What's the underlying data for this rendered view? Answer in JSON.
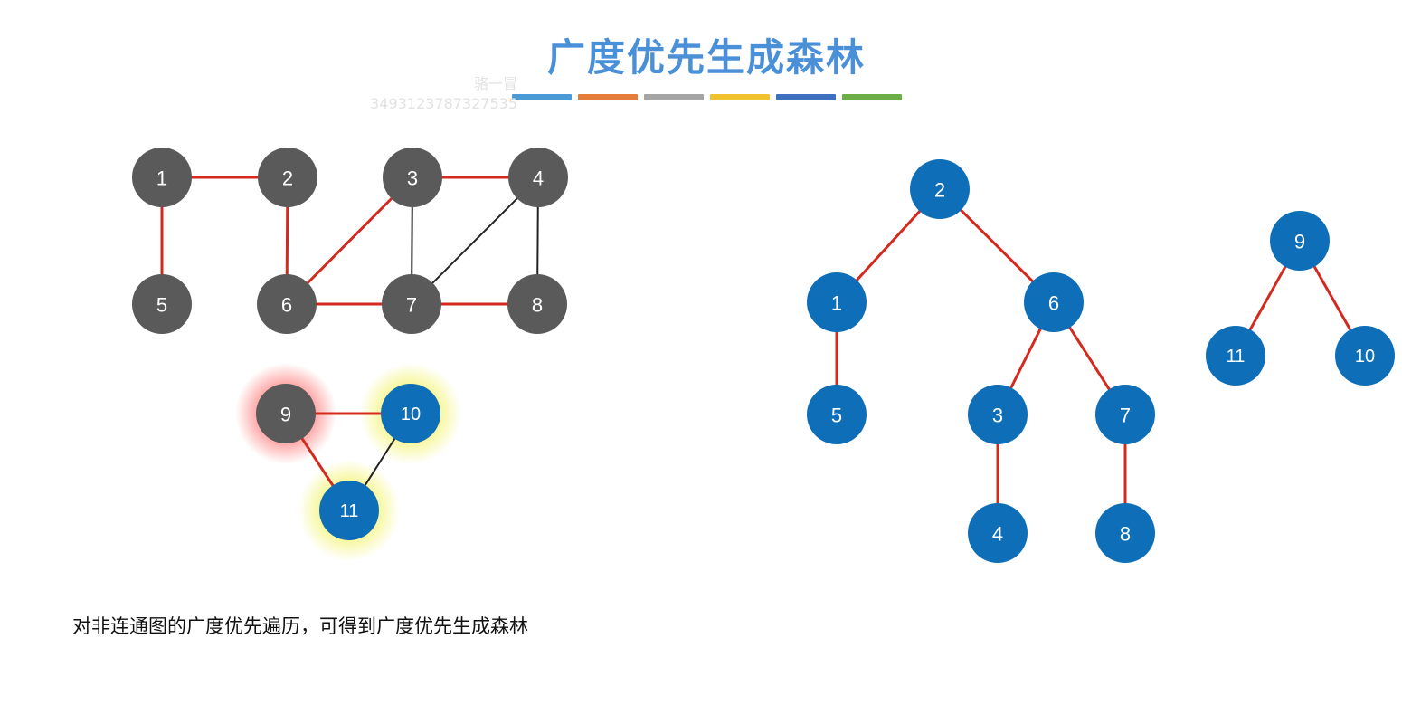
{
  "title": "广度优先生成森林",
  "caption": "对非连通图的广度优先遍历，可得到广度优先生成森林",
  "watermark": [
    "骆一冒",
    "3493123787327535"
  ],
  "title_bar_colors": [
    "#4a9ad8",
    "#e57c3a",
    "#a5a5a5",
    "#f2c12e",
    "#3f6fbf",
    "#6aae45"
  ],
  "colors": {
    "unvisited_node": "#5a5a5a",
    "visited_node": "#0e6fb8",
    "tree_edge": "#d42a1e",
    "non_tree_edge": "#222222",
    "current_glow": "#ff6a6a",
    "queue_glow": "#f3f36a"
  },
  "graph": {
    "nodes": [
      {
        "id": "1",
        "state": "unvisited"
      },
      {
        "id": "2",
        "state": "unvisited"
      },
      {
        "id": "3",
        "state": "unvisited"
      },
      {
        "id": "4",
        "state": "unvisited"
      },
      {
        "id": "5",
        "state": "unvisited"
      },
      {
        "id": "6",
        "state": "unvisited"
      },
      {
        "id": "7",
        "state": "unvisited"
      },
      {
        "id": "8",
        "state": "unvisited"
      },
      {
        "id": "9",
        "state": "unvisited",
        "highlight": "current"
      },
      {
        "id": "10",
        "state": "visited",
        "highlight": "queued"
      },
      {
        "id": "11",
        "state": "visited",
        "highlight": "queued"
      }
    ],
    "edges": [
      {
        "from": "1",
        "to": "2",
        "tree": true
      },
      {
        "from": "1",
        "to": "5",
        "tree": true
      },
      {
        "from": "2",
        "to": "6",
        "tree": true
      },
      {
        "from": "3",
        "to": "4",
        "tree": true
      },
      {
        "from": "3",
        "to": "6",
        "tree": true
      },
      {
        "from": "3",
        "to": "7",
        "tree": false
      },
      {
        "from": "4",
        "to": "7",
        "tree": false
      },
      {
        "from": "4",
        "to": "8",
        "tree": false
      },
      {
        "from": "6",
        "to": "7",
        "tree": true
      },
      {
        "from": "7",
        "to": "8",
        "tree": true
      },
      {
        "from": "9",
        "to": "10",
        "tree": true
      },
      {
        "from": "9",
        "to": "11",
        "tree": true
      },
      {
        "from": "10",
        "to": "11",
        "tree": false
      }
    ]
  },
  "forest": [
    {
      "root": "2",
      "edges": [
        [
          "2",
          "1"
        ],
        [
          "2",
          "6"
        ],
        [
          "1",
          "5"
        ],
        [
          "6",
          "3"
        ],
        [
          "6",
          "7"
        ],
        [
          "3",
          "4"
        ],
        [
          "7",
          "8"
        ]
      ]
    },
    {
      "root": "9",
      "edges": [
        [
          "9",
          "11"
        ],
        [
          "9",
          "10"
        ]
      ]
    }
  ]
}
